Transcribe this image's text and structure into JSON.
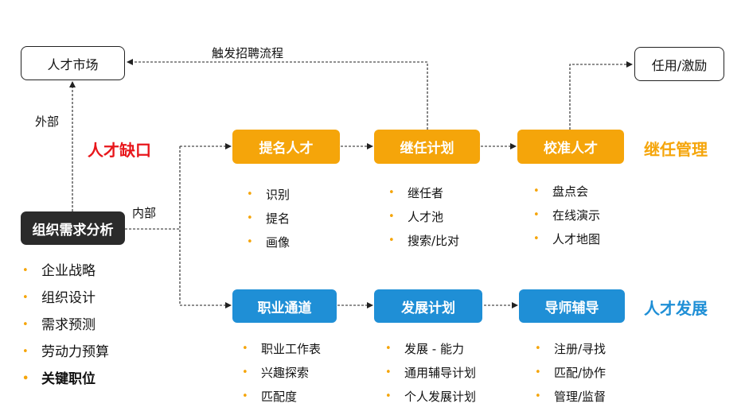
{
  "nodes": {
    "talent_market": "人才市场",
    "appoint_incentive": "任用/激励",
    "org_demand": "组织需求分析",
    "nominate": "提名人才",
    "succession_plan": "继任计划",
    "calibrate": "校准人才",
    "career_path": "职业通道",
    "development_plan": "发展计划",
    "mentor_coaching": "导师辅导"
  },
  "edge_labels": {
    "trigger": "触发招聘流程",
    "external": "外部",
    "internal": "内部"
  },
  "side_labels": {
    "talent_gap": "人才缺口",
    "succession_mgmt": "继任管理",
    "talent_dev": "人才发展"
  },
  "colors": {
    "orange": "#f5a50a",
    "blue": "#1f8fd6",
    "red": "#e8161b",
    "dark": "#2b2b2b"
  },
  "lists": {
    "org_demand": [
      "企业战略",
      "组织设计",
      "需求预测",
      "劳动力预算",
      "关键职位"
    ],
    "nominate": [
      "识别",
      "提名",
      "画像"
    ],
    "succession_plan": [
      "继任者",
      "人才池",
      "搜索/比对"
    ],
    "calibrate": [
      "盘点会",
      "在线演示",
      "人才地图"
    ],
    "career_path": [
      "职业工作表",
      "兴趣探索",
      "匹配度"
    ],
    "development_plan": [
      "发展 - 能力",
      "通用辅导计划",
      "个人发展计划"
    ],
    "mentor_coaching": [
      "注册/寻找",
      "匹配/协作",
      "管理/监督"
    ]
  }
}
